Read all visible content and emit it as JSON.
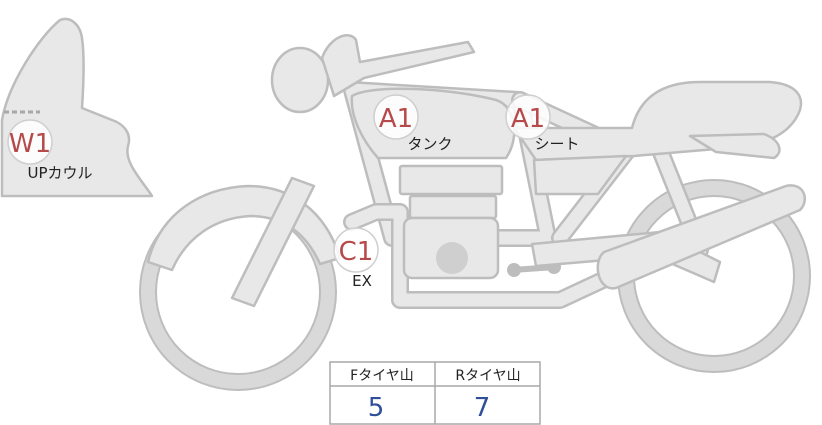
{
  "markers": [
    {
      "code": "W1",
      "label": "UPカウル"
    },
    {
      "code": "A1",
      "label": "タンク"
    },
    {
      "code": "A1",
      "label": "シート"
    },
    {
      "code": "C1",
      "label": "EX"
    }
  ],
  "tread_table": {
    "headers": [
      "Fタイヤ山",
      "Rタイヤ山"
    ],
    "values": [
      "5",
      "7"
    ]
  },
  "colors": {
    "marker_code": "#b64a4a",
    "table_value": "#2f4f9a",
    "part_fill": "#e8e8e8",
    "part_outline": "#bdbdbd"
  }
}
